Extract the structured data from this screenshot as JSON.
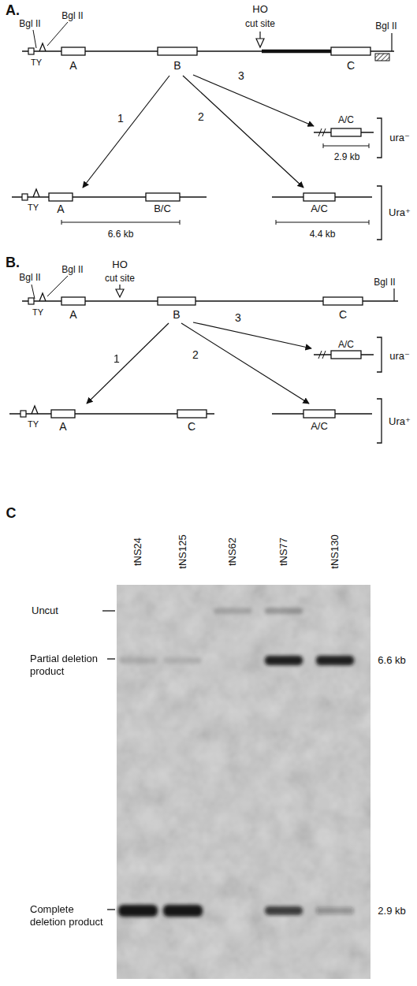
{
  "diagram": {
    "labels": [
      "A.",
      "Bgl II",
      "Bgl II",
      "HO",
      "cut site",
      "Bgl II",
      "TY",
      "A",
      "B",
      "C",
      "3",
      "1",
      "2",
      "A/C",
      "2.9 kb",
      "ura⁻",
      "TY",
      "A",
      "B/C",
      "A/C",
      "6.6 kb",
      "4.4 kb",
      "Ura⁺",
      "B.",
      "Bgl II",
      "Bgl II",
      "HO",
      "cut site",
      "Bgl II",
      "TY",
      "A",
      "B",
      "C",
      "3",
      "1",
      "2",
      "A/C",
      "ura⁻",
      "TY",
      "A",
      "C",
      "A/C",
      "Ura⁺",
      "C",
      "tNS24",
      "tNS125",
      "tNS62",
      "tNS77",
      "tNS130",
      "Uncut",
      "Partial deletion product",
      "6.6 kb",
      "Complete deletion product",
      "2.9 kb"
    ]
  }
}
